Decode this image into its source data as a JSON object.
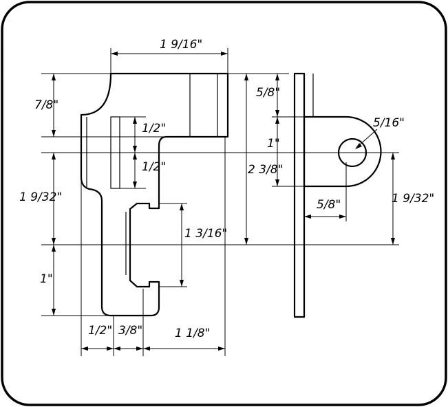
{
  "dimensions": {
    "top_width": "1 9/16\"",
    "left_top": "7/8\"",
    "slot_upper": "1/2\"",
    "slot_lower": "1/2\"",
    "left_middle": "1 9/32\"",
    "cutout_height": "1 3/16\"",
    "left_bottom": "1\"",
    "bottom_a": "1/2\"",
    "bottom_b": "3/8\"",
    "bottom_c": "1 1/8\"",
    "side_top": "5/8\"",
    "side_hole": "5/16\"",
    "side_lug": "1\"",
    "side_total": "2 3/8\"",
    "side_offset": "5/8\"",
    "side_right": "1 9/32\""
  },
  "colors": {
    "ink": "#000000",
    "paper": "#ffffff"
  }
}
